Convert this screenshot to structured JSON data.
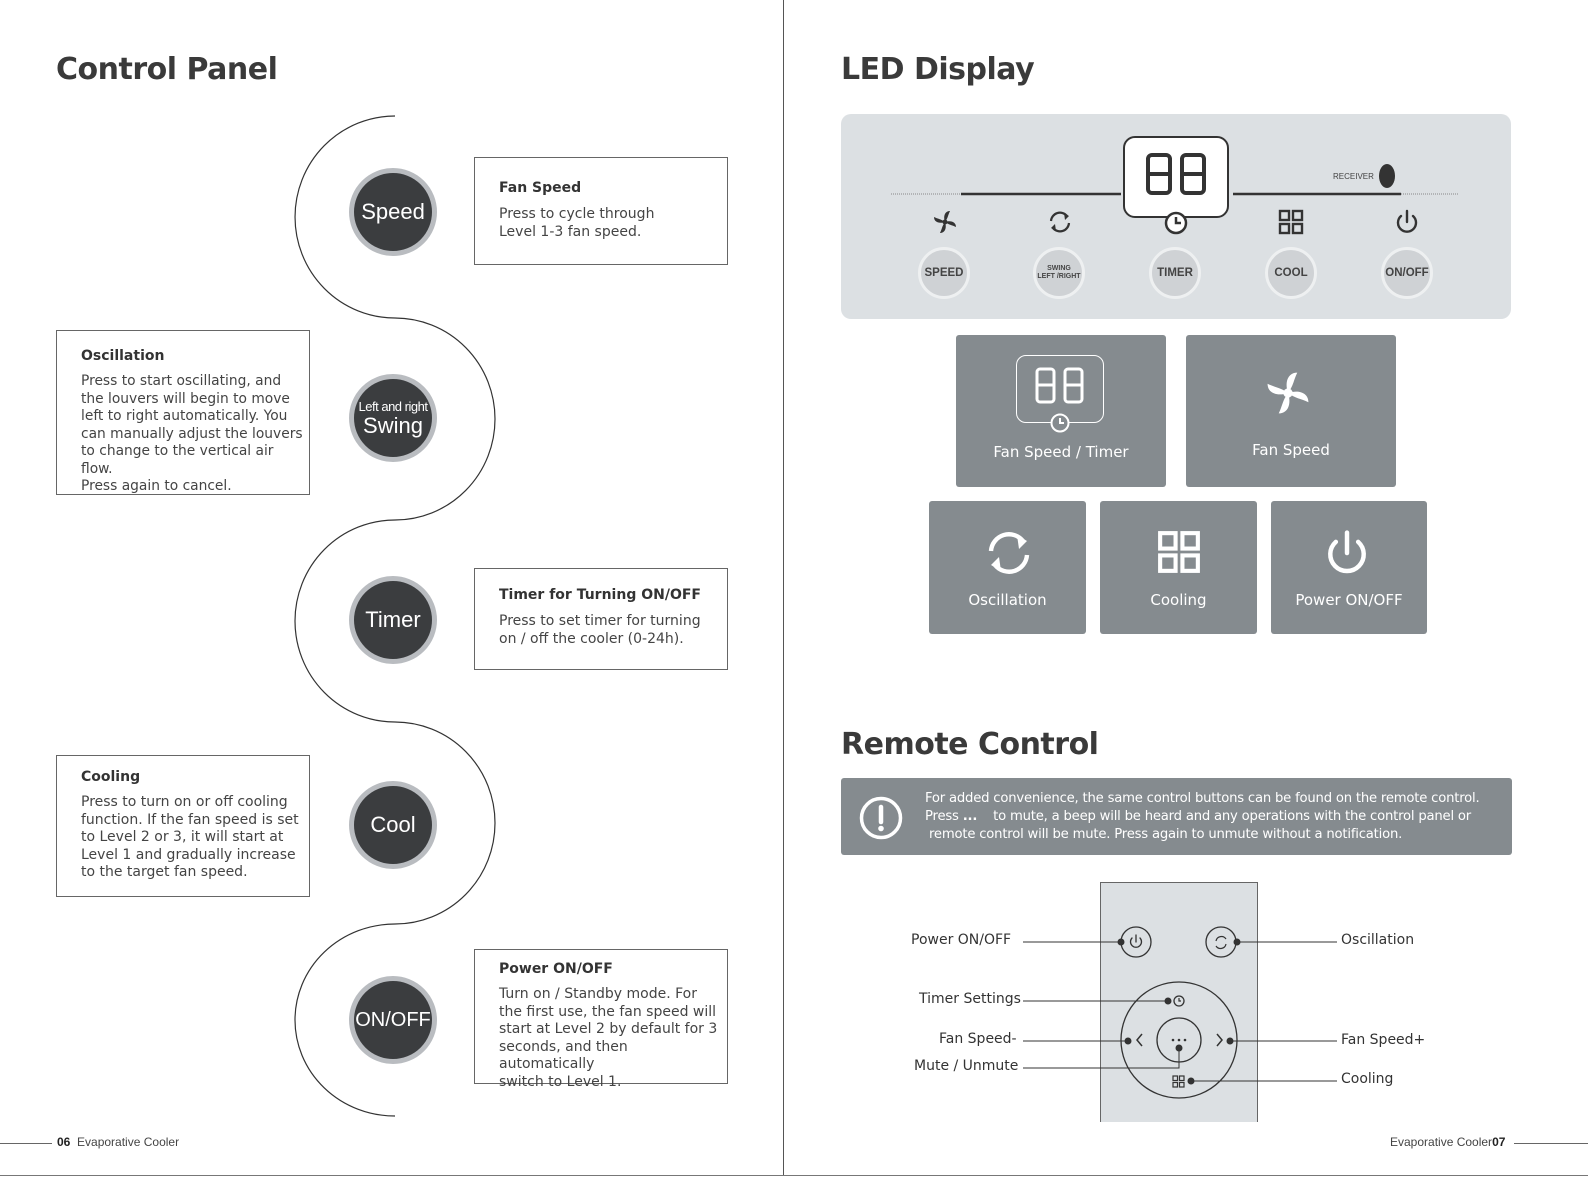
{
  "left_page": {
    "heading": "Control Panel",
    "buttons": [
      {
        "label": "Speed"
      },
      {
        "label_small": "Left and right",
        "label": "Swing"
      },
      {
        "label": "Timer"
      },
      {
        "label": "Cool"
      },
      {
        "label": "ON/OFF"
      }
    ],
    "descriptions": [
      {
        "title": "Fan Speed",
        "lines": [
          "Press to cycle through",
          "Level 1-3 fan speed."
        ]
      },
      {
        "title": "Oscillation",
        "lines": [
          "Press to start oscillating, and",
          "the louvers will begin to move",
          "left to right automatically. You",
          "can manually adjust the louvers",
          "to change to the vertical air flow.",
          "Press again to cancel."
        ]
      },
      {
        "title": "Timer for Turning ON/OFF",
        "lines": [
          "Press to set timer for turning",
          "on / off the cooler (0-24h)."
        ]
      },
      {
        "title": "Cooling",
        "lines": [
          "Press to turn on or off cooling",
          "function. If the fan speed is set",
          "to Level 2 or 3, it will start at",
          "Level 1 and gradually increase",
          "to the target fan speed."
        ]
      },
      {
        "title": "Power ON/OFF",
        "lines": [
          "Turn on / Standby mode. For",
          "the first use, the fan speed will",
          "start at Level 2 by default for 3",
          "seconds, and then automatically",
          "switch to Level 1."
        ]
      }
    ],
    "footer_page": "06",
    "footer_text": "Evaporative Cooler"
  },
  "right_page": {
    "heading_led": "LED Display",
    "led_panel": {
      "digits": "88",
      "receiver_label": "RECEIVER",
      "buttons": [
        {
          "label": "SPEED",
          "icon": "fan-icon"
        },
        {
          "label_line1": "SWING",
          "label_line2": "LEFT /RIGHT",
          "icon": "swing-icon"
        },
        {
          "label": "TIMER",
          "icon": "clock-icon"
        },
        {
          "label": "COOL",
          "icon": "grid-icon"
        },
        {
          "label": "ON/OFF",
          "icon": "power-icon"
        }
      ]
    },
    "legend_tiles": [
      {
        "label": "Fan Speed / Timer",
        "icon": "digits-timer-icon",
        "digits": "88"
      },
      {
        "label": "Fan Speed",
        "icon": "fan-icon"
      },
      {
        "label": "Oscillation",
        "icon": "swing-icon"
      },
      {
        "label": "Cooling",
        "icon": "grid-icon"
      },
      {
        "label": "Power ON/OFF",
        "icon": "power-icon"
      }
    ],
    "heading_remote": "Remote Control",
    "notice": {
      "line1": "For added convenience, the same control buttons can be found on the remote control.",
      "line2_prefix": "Press",
      "line2_symbol": "...",
      "line2_suffix": "to mute, a beep will be heard and any operations with the control panel or",
      "line3": "remote control will be mute. Press again to unmute without a notification."
    },
    "remote_labels": {
      "power": "Power ON/OFF",
      "oscillation": "Oscillation",
      "timer": "Timer Settings",
      "fan_minus": "Fan Speed-",
      "fan_plus": "Fan Speed+",
      "mute": "Mute / Unmute",
      "cooling": "Cooling",
      "mute_symbol": "..."
    },
    "footer_text": "Evaporative Cooler",
    "footer_page": "07"
  }
}
